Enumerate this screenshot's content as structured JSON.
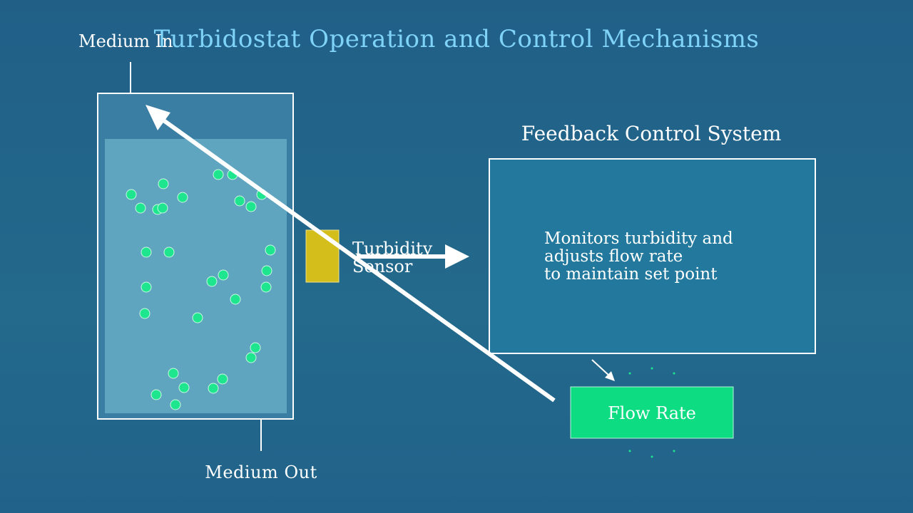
{
  "title": "Turbidostat Operation and Control Mechanisms",
  "labels": {
    "medium_in": "Medium In",
    "medium_out": "Medium Out",
    "sensor_line1": "Turbidity",
    "sensor_line2": "Sensor",
    "feedback_title": "Feedback Control System",
    "feedback_line1": "Monitors turbidity and",
    "feedback_line2": "adjusts flow rate",
    "feedback_line3": "to maintain set point",
    "flow_rate": "Flow Rate"
  },
  "colors": {
    "background": "#22648b",
    "title": "#7fd3f7",
    "culture_fill": "#5fa5c0",
    "vessel_fill": "#3a7ea3",
    "cell": "#1ee68f",
    "sensor": "#d4be1c",
    "flow_rate_box": "#0ddc82",
    "feedback_box": "#23799d",
    "arrow": "#ffffff"
  },
  "icons": {
    "arrow_diagonal": "arrow-diagonal-icon",
    "arrow_sensor": "arrow-right-icon",
    "arrow_small": "arrow-small-icon"
  }
}
